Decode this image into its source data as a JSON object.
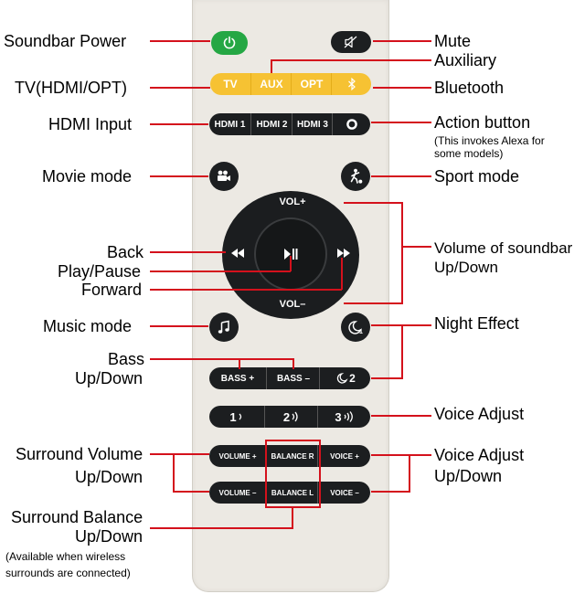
{
  "labels": {
    "soundbar_power": "Soundbar Power",
    "mute": "Mute",
    "auxiliary": "Auxiliary",
    "tv_hdmi_opt": "TV(HDMI/OPT)",
    "bluetooth": "Bluetooth",
    "hdmi_input": "HDMI Input",
    "action_button": "Action button",
    "action_note_1": "(This invokes Alexa for",
    "action_note_2": "some models)",
    "movie_mode": "Movie mode",
    "sport_mode": "Sport mode",
    "volume_soundbar_1": "Volume of soundbar",
    "volume_soundbar_2": "Up/Down",
    "back": "Back",
    "play_pause": "Play/Pause",
    "forward": "Forward",
    "music_mode": "Music mode",
    "night_effect": "Night Effect",
    "bass_1": "Bass",
    "bass_2": "Up/Down",
    "voice_adjust": "Voice Adjust",
    "surround_volume_1": "Surround Volume",
    "surround_volume_2": "Up/Down",
    "voice_adjust_updown_1": "Voice Adjust",
    "voice_adjust_updown_2": "Up/Down",
    "surround_balance_1": "Surround Balance",
    "surround_balance_2": "Up/Down",
    "surround_note_1": "(Available when wireless",
    "surround_note_2": "surrounds are connected)"
  },
  "buttons": {
    "tv": "TV",
    "aux": "AUX",
    "opt": "OPT",
    "hdmi1": "HDMI 1",
    "hdmi2": "HDMI 2",
    "hdmi3": "HDMI 3",
    "vol_plus": "VOL+",
    "vol_minus": "VOL–",
    "bass_plus": "BASS +",
    "bass_minus": "BASS –",
    "night2": "2",
    "voice1": "1",
    "voice2": "2",
    "voice3": "3",
    "volume_plus": "VOLUME +",
    "balance_r": "BALANCE R",
    "voice_plus": "VOICE +",
    "volume_minus": "VOLUME –",
    "balance_l": "BALANCE L",
    "voice_minus": "VOICE –"
  },
  "icons": {
    "power": "power-icon",
    "mute": "mute-icon",
    "bluetooth": "bluetooth-icon",
    "action": "action-circle-icon",
    "movie": "video-camera-icon",
    "sport": "soccer-player-icon",
    "back": "rewind-icon",
    "play": "play-pause-icon",
    "forward": "fast-forward-icon",
    "music": "music-note-icon",
    "night": "moon-icon"
  },
  "colors": {
    "annotation_line": "#d4111c",
    "power_button": "#25a744",
    "yellow_buttons": "#f6c233",
    "remote_body": "#ece9e3",
    "buttons_dark": "#1d1f21"
  }
}
